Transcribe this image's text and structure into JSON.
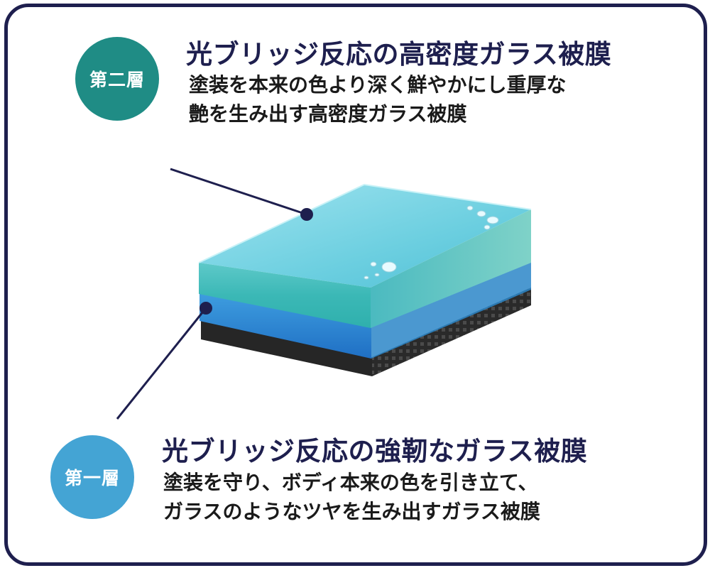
{
  "colors": {
    "border": "#1e1f4e",
    "title": "#1e1f4e",
    "second_badge": "#1f8c85",
    "first_badge": "#44a4d4",
    "leader_line": "#1e1f4e"
  },
  "second_layer": {
    "badge": "第二層",
    "title": "光ブリッジ反応の高密度ガラス被膜",
    "desc_line1": "塗装を本来の色より深く鮮やかにし重厚な",
    "desc_line2": "艶を生み出す高密度ガラス被膜"
  },
  "first_layer": {
    "badge": "第一層",
    "title": "光ブリッジ反応の強靭なガラス被膜",
    "desc_line1": "塗装を守り、ボディ本来の色を引き立て、",
    "desc_line2": "ガラスのようなツヤを生み出すガラス被膜"
  }
}
